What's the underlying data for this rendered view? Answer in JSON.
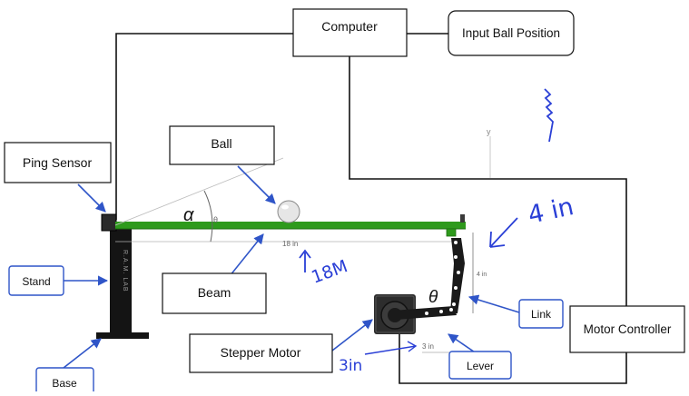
{
  "labels": {
    "computer": "Computer",
    "input_ball_position": "Input Ball Position",
    "ball": "Ball",
    "ping_sensor": "Ping Sensor",
    "stand": "Stand",
    "beam": "Beam",
    "base": "Base",
    "stepper_motor": "Stepper Motor",
    "link": "Link",
    "lever": "Lever",
    "motor_controller": "Motor Controller"
  },
  "symbols": {
    "alpha": "α",
    "theta": "θ",
    "small_theta": "θ",
    "y_axis": "y",
    "stand_text": "R.A.M. LAB"
  },
  "dimensions": {
    "beam_length": "18 in",
    "link_length": "4 in",
    "lever_length": "3 in"
  },
  "handwritten": {
    "beam_note": "18M",
    "link_note": "4 in",
    "lever_note": "3in"
  },
  "colors": {
    "beam": "#2e9a1c",
    "stand": "#141414",
    "annotation": "#2a3fd6",
    "arrow": "#2f55c8",
    "wire": "#111111"
  }
}
